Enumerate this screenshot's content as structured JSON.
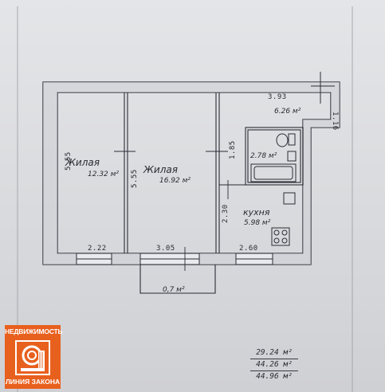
{
  "rooms": {
    "living_1": {
      "name": "Жилая",
      "area": "12.32 м²"
    },
    "living_2": {
      "name": "Жилая",
      "area": "16.92 м²"
    },
    "hall": {
      "area": "6.26 м²"
    },
    "bathroom": {
      "area": "2.78 м²"
    },
    "kitchen": {
      "name": "кухня",
      "area": "5.98 м²"
    },
    "balcony": {
      "area": "0,7 м²"
    }
  },
  "dimensions": {
    "top_right": "3.93",
    "right_small": "1.16",
    "left_height": "5.55",
    "mid_height": "5.55",
    "bath_height": "1.85",
    "kitchen_height": "2.30",
    "bottom_1": "2.22",
    "bottom_2": "3.05",
    "bottom_3": "2.60"
  },
  "totals": [
    "29.24 м²",
    "44.26 м²",
    "44.96 м²"
  ],
  "logo": {
    "line1": "НЕДВИЖИМОСТЬ",
    "line2": "ЛИНИЯ ЗАКОНА",
    "color": "#e8601e"
  }
}
